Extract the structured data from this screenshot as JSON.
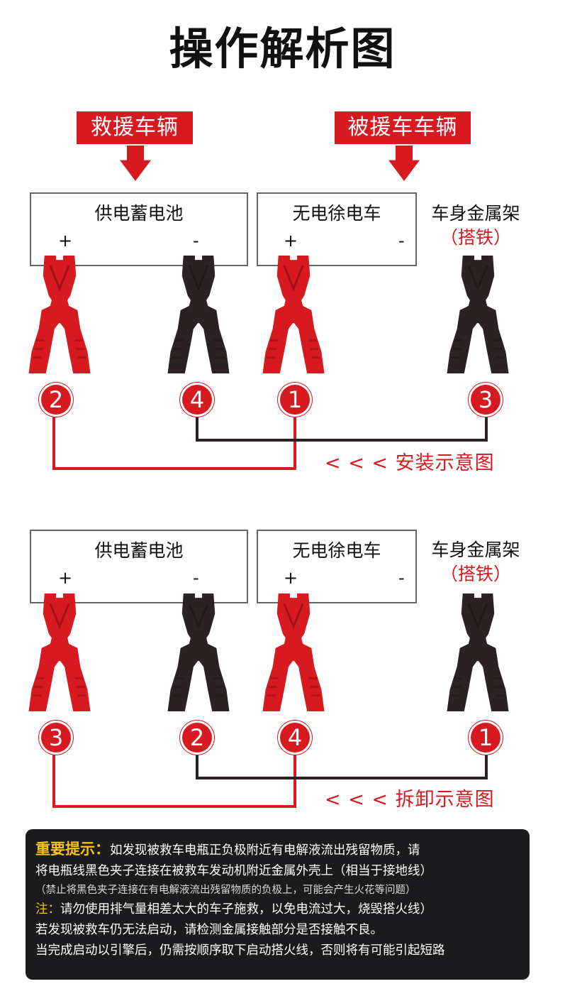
{
  "title": "操作解析图",
  "tags": {
    "rescue": "救援车辆",
    "rescued": "被援车车辆"
  },
  "diagrams": [
    {
      "box_left": "供电蓄电池",
      "box_right": "无电徐电车",
      "frame_label": "车身金属架",
      "frame_sub": "（搭铁）",
      "plus": "+",
      "minus": "-",
      "badges": [
        "2",
        "4",
        "1",
        "3"
      ],
      "caption": "< < < 安装示意图"
    },
    {
      "box_left": "供电蓄电池",
      "box_right": "无电徐电车",
      "frame_label": "车身金属架",
      "frame_sub": "（搭铁）",
      "plus": "+",
      "minus": "-",
      "badges": [
        "3",
        "2",
        "4",
        "1"
      ],
      "caption": "< < < 拆卸示意图"
    }
  ],
  "notice": {
    "heading": "重要提示：",
    "line1": "如发现被救车电瓶正负极附近有电解液流出残留物质，请",
    "line2": "将电瓶线黑色夹子连接在被救车发动机附近金属外壳上（相当于接地线）",
    "line3": "（禁止将黑色夹子连接在有电解液流出残留物质的负极上，可能会产生火花等问题）",
    "note_label": "注：",
    "line4": "请勿使用排气量相差太大的车子施救，以免电流过大，烧毁搭火线）",
    "line5": "若发现被救车仍无法启动，请检测金属接触部分是否接触不良。",
    "line6": "当完成启动以引擎后，仍需按顺序取下启动搭火线，否则将有可能引起短路"
  },
  "colors": {
    "red": "#d71920",
    "black": "#2b2323",
    "notice_bg": "#1b1b1d",
    "notice_highlight": "#f1c40f"
  },
  "icons": [
    "down-arrow-icon",
    "red-clamp-icon",
    "black-clamp-icon"
  ]
}
